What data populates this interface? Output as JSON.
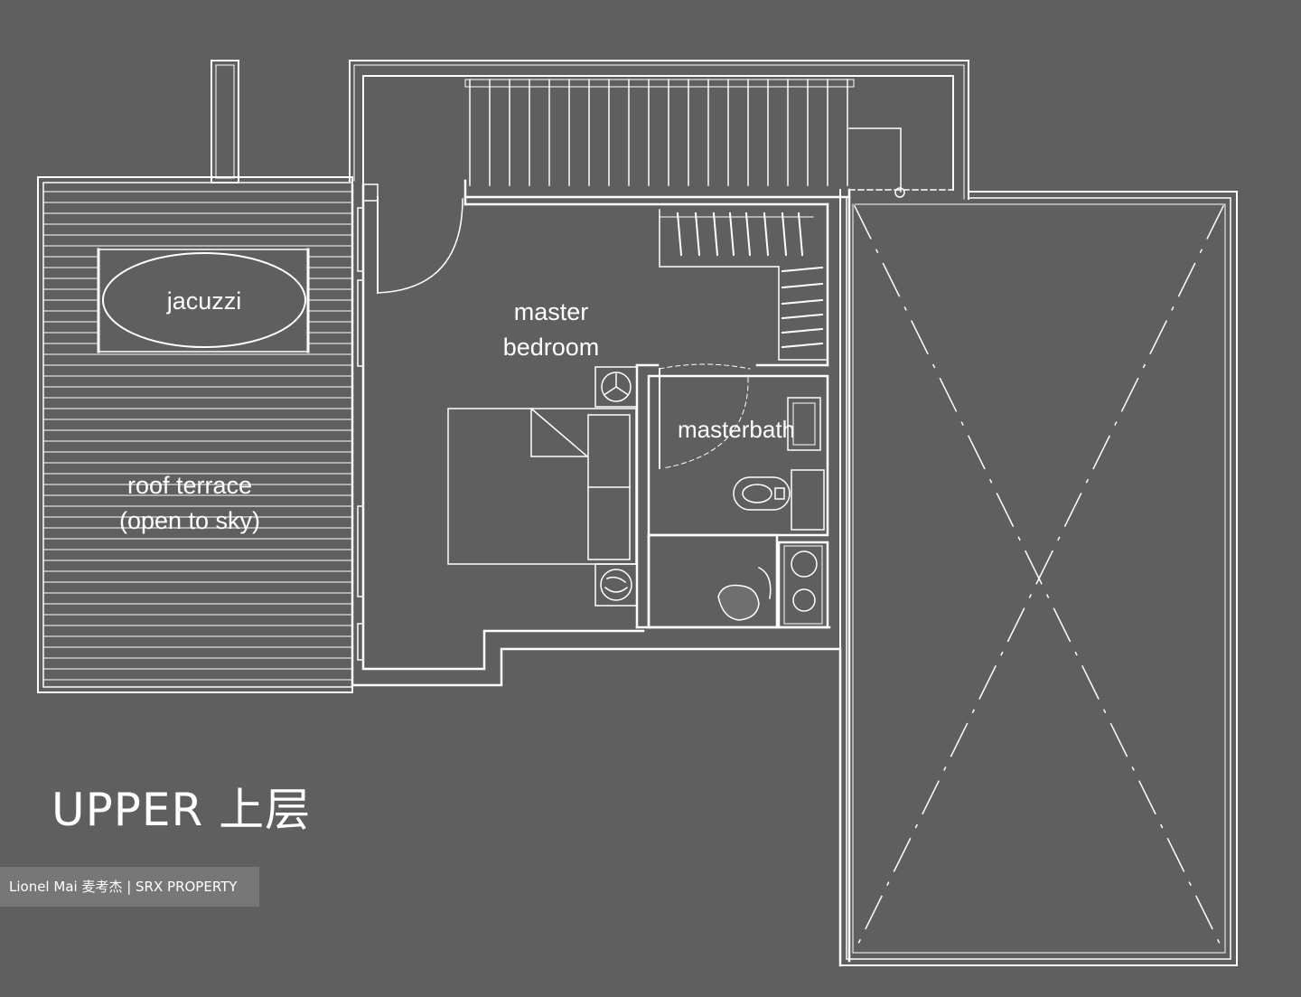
{
  "colors": {
    "background": "#5f5f5f",
    "line": "#ffffff",
    "watermark_bg": "#777777"
  },
  "labels": {
    "jacuzzi": "jacuzzi",
    "master_bedroom": [
      "master",
      "bedroom"
    ],
    "masterbath": "masterbath",
    "roof_terrace": [
      "roof terrace",
      "(open to sky)"
    ]
  },
  "floor_title": "UPPER 上层",
  "watermark": "Lionel Mai 麦考杰 | SRX PROPERTY"
}
